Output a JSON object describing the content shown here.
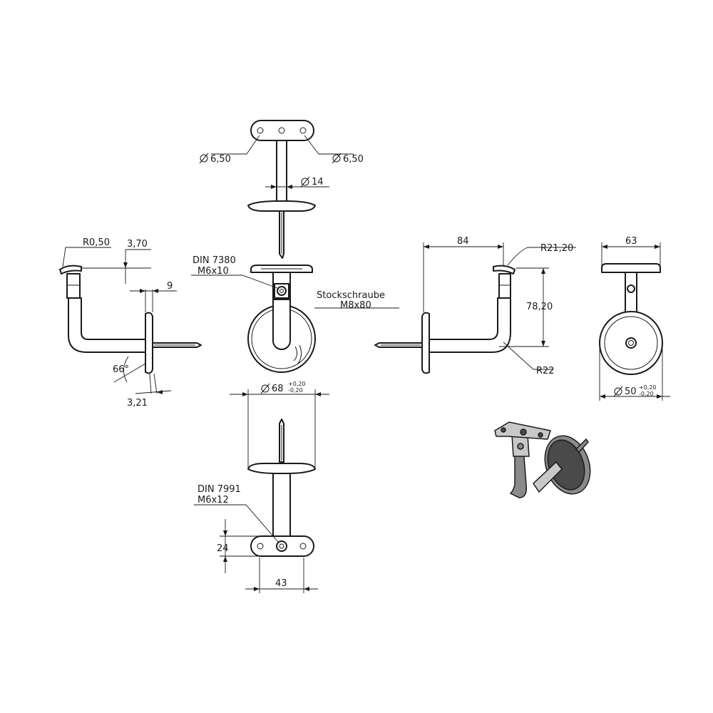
{
  "top_view": {
    "hole_dia_left": "6,50",
    "hole_dia_right": "6,50",
    "stem_dia": "14",
    "screw_norm": "DIN 7380",
    "screw_size": "M6x10"
  },
  "hanger_bolt": {
    "name": "Stockschraube",
    "size": "M8x80"
  },
  "bottom_view": {
    "rosette_dia": "68",
    "tol_plus": "+0,20",
    "tol_minus": "-0,20",
    "screw_norm": "DIN 7991",
    "screw_size": "M6x12",
    "saddle_height": "24",
    "saddle_length": "43"
  },
  "left_view": {
    "saddle_radius": "R0,50",
    "saddle_depth": "3,70",
    "rosette_thickness": "9",
    "angle": "66°",
    "rosette_edge": "3,21"
  },
  "right_view": {
    "projection": "84",
    "saddle_radius": "R21,20",
    "height": "78,20",
    "bend_radius": "R22"
  },
  "front_view": {
    "saddle_width": "63",
    "rosette_dia": "50",
    "tol_plus": "+0,20",
    "tol_minus": "-0,20"
  }
}
